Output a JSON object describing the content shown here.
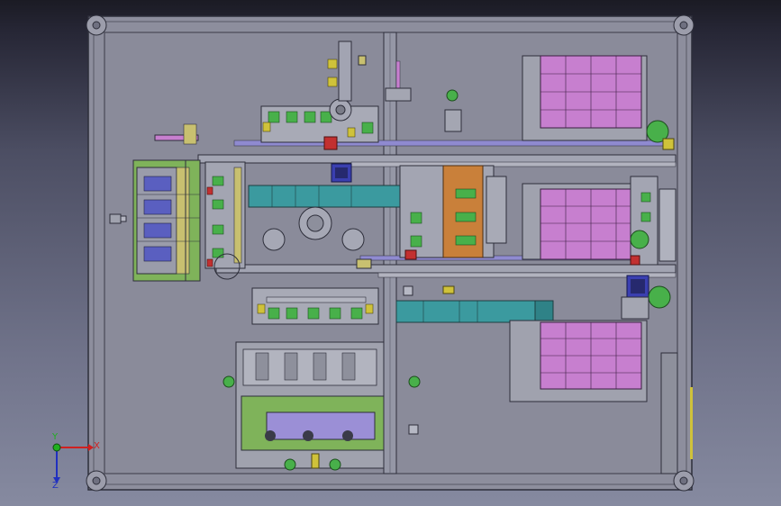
{
  "viewport": {
    "axis_triad": {
      "x_label": "X",
      "y_label": "Y",
      "z_label": "Z"
    }
  },
  "colors": {
    "frame": "#8d8e9d",
    "frame_edge": "#2d2e3a",
    "part_grey": "#9c9eab",
    "cyan_conveyor": "#3b9a9f",
    "magenta_tray": "#c77fcf",
    "green_part": "#48b04a",
    "red_part": "#c23030",
    "blue_part": "#3a3fb0",
    "yellow_part": "#cfc23a",
    "orange_part": "#c9803a",
    "lavender_part": "#9b8fd6",
    "axis_x": "#d02020",
    "axis_y": "#20b020",
    "axis_z": "#2030c0"
  }
}
